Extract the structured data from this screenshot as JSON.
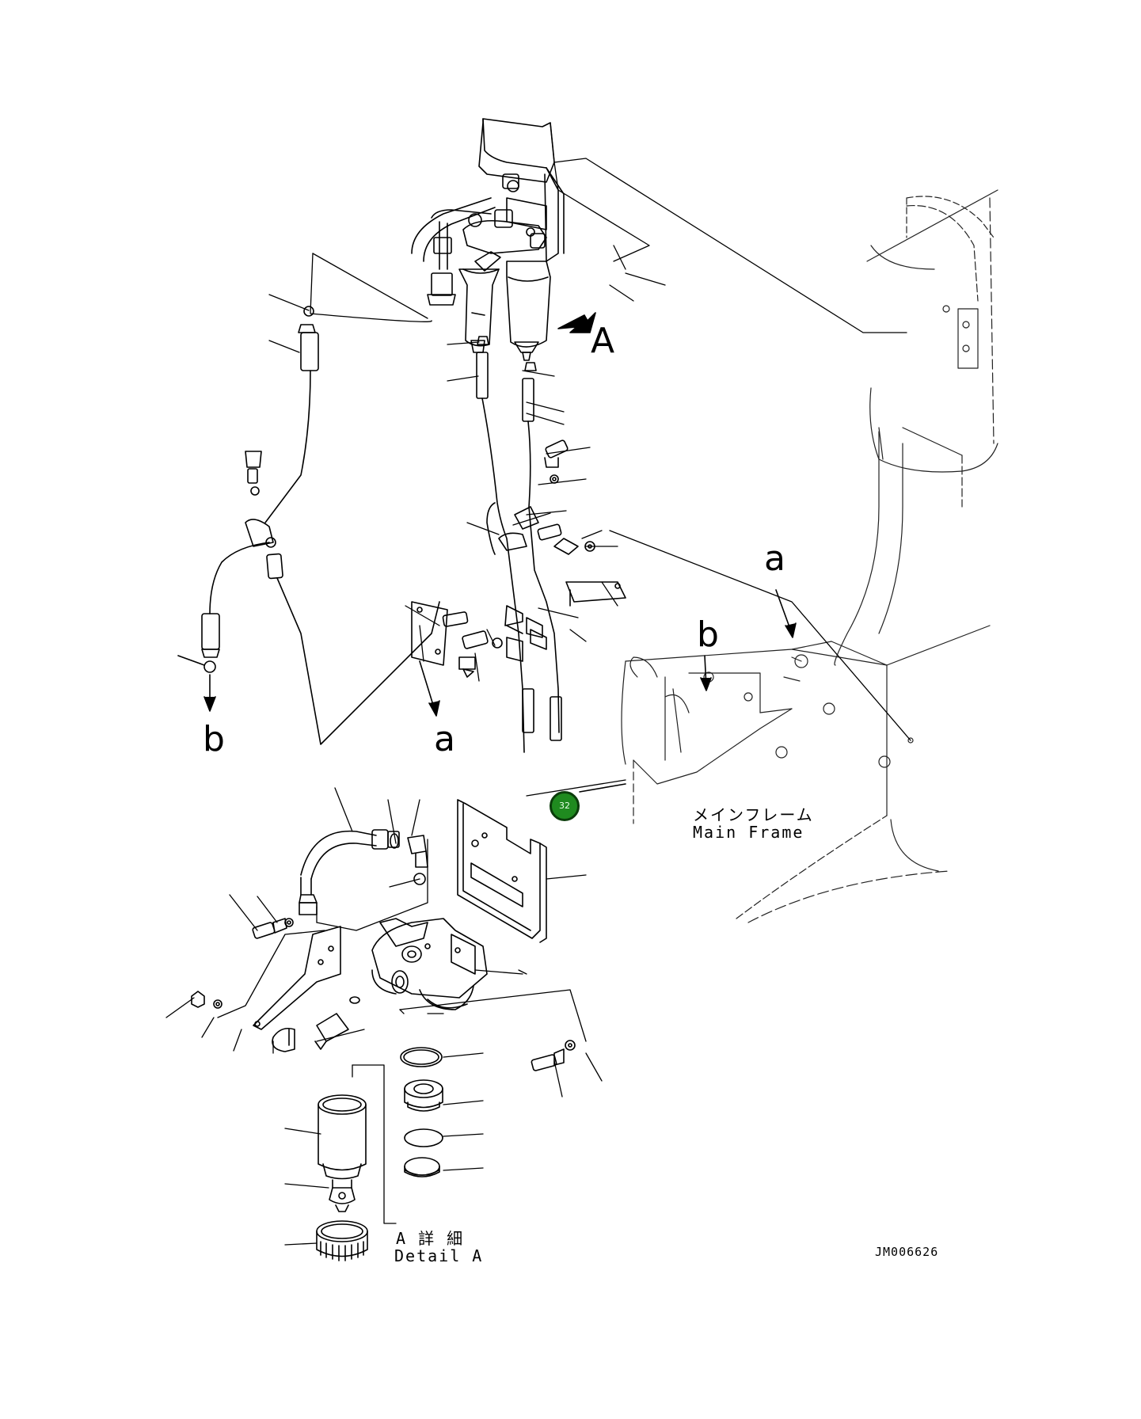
{
  "diagram": {
    "callout_badge": "32",
    "view_marker": "A",
    "connection_a_label": "a",
    "connection_b_label": "b",
    "main_frame_label_jp": "メインフレーム",
    "main_frame_label_en": "Main Frame",
    "detail_label_jp": "A 詳 細",
    "detail_label_en": "Detail A",
    "drawing_code": "JM006626"
  },
  "colors": {
    "line": "#000000",
    "badge_fill": "#1f8a1f",
    "badge_text": "#e8ffe8"
  }
}
